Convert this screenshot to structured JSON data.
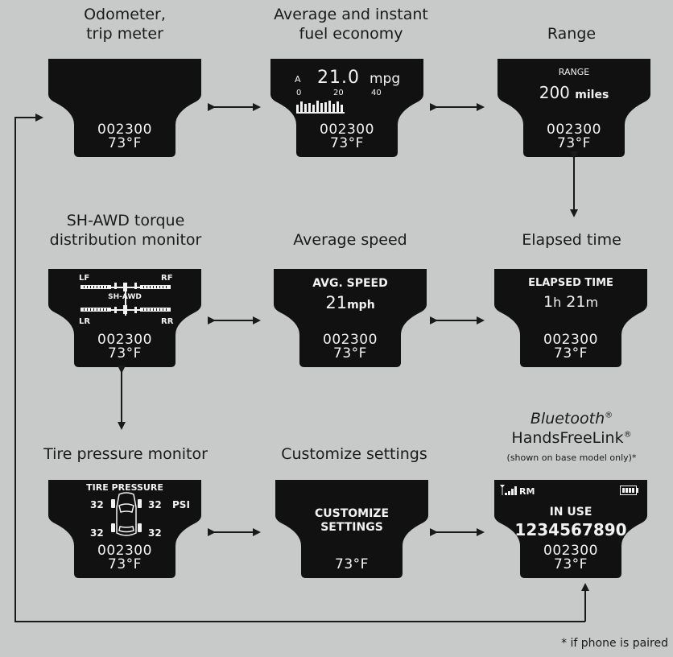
{
  "captions": {
    "odometer": [
      "Odometer,",
      "trip meter"
    ],
    "fuel": [
      "Average and instant",
      "fuel economy"
    ],
    "range": "Range",
    "shawd": [
      "SH-AWD torque",
      "distribution monitor"
    ],
    "avgspeed": "Average speed",
    "elapsed": "Elapsed time",
    "tire": "Tire pressure monitor",
    "customize": "Customize settings",
    "bt_name": "Bluetooth",
    "bt_reg": "®",
    "bt_hfl": "HandsFreeLink",
    "bt_hfl_reg": "®",
    "bt_note": "(shown on base model only)*"
  },
  "common": {
    "odometer": "002300",
    "temp": "73°F"
  },
  "fuel": {
    "mode": "A",
    "value": "21.0",
    "unit": "mpg",
    "scale": [
      "0",
      "20",
      "40"
    ]
  },
  "range": {
    "label": "RANGE",
    "value": "200",
    "unit": "miles"
  },
  "shawd": {
    "lf": "LF",
    "rf": "RF",
    "lr": "LR",
    "rr": "RR",
    "center": "SH-AWD"
  },
  "avgspeed": {
    "label": "AVG. SPEED",
    "value": "21",
    "unit": "mph"
  },
  "elapsed": {
    "label": "ELAPSED TIME",
    "h": "1",
    "h_unit": "h",
    "m": "21",
    "m_unit": "m"
  },
  "tire": {
    "label": "TIRE PRESSURE",
    "fl": "32",
    "fr": "32",
    "rl": "32",
    "rr": "32",
    "unit": "PSI"
  },
  "customize": {
    "line1": "CUSTOMIZE",
    "line2": "SETTINGS"
  },
  "phone": {
    "roaming": "RM",
    "status": "IN USE",
    "number": "1234567890"
  },
  "footnote": "* if phone is paired",
  "colors": {
    "background": "#c8caca",
    "screen": "#111111",
    "text": "#f2f2f2"
  }
}
